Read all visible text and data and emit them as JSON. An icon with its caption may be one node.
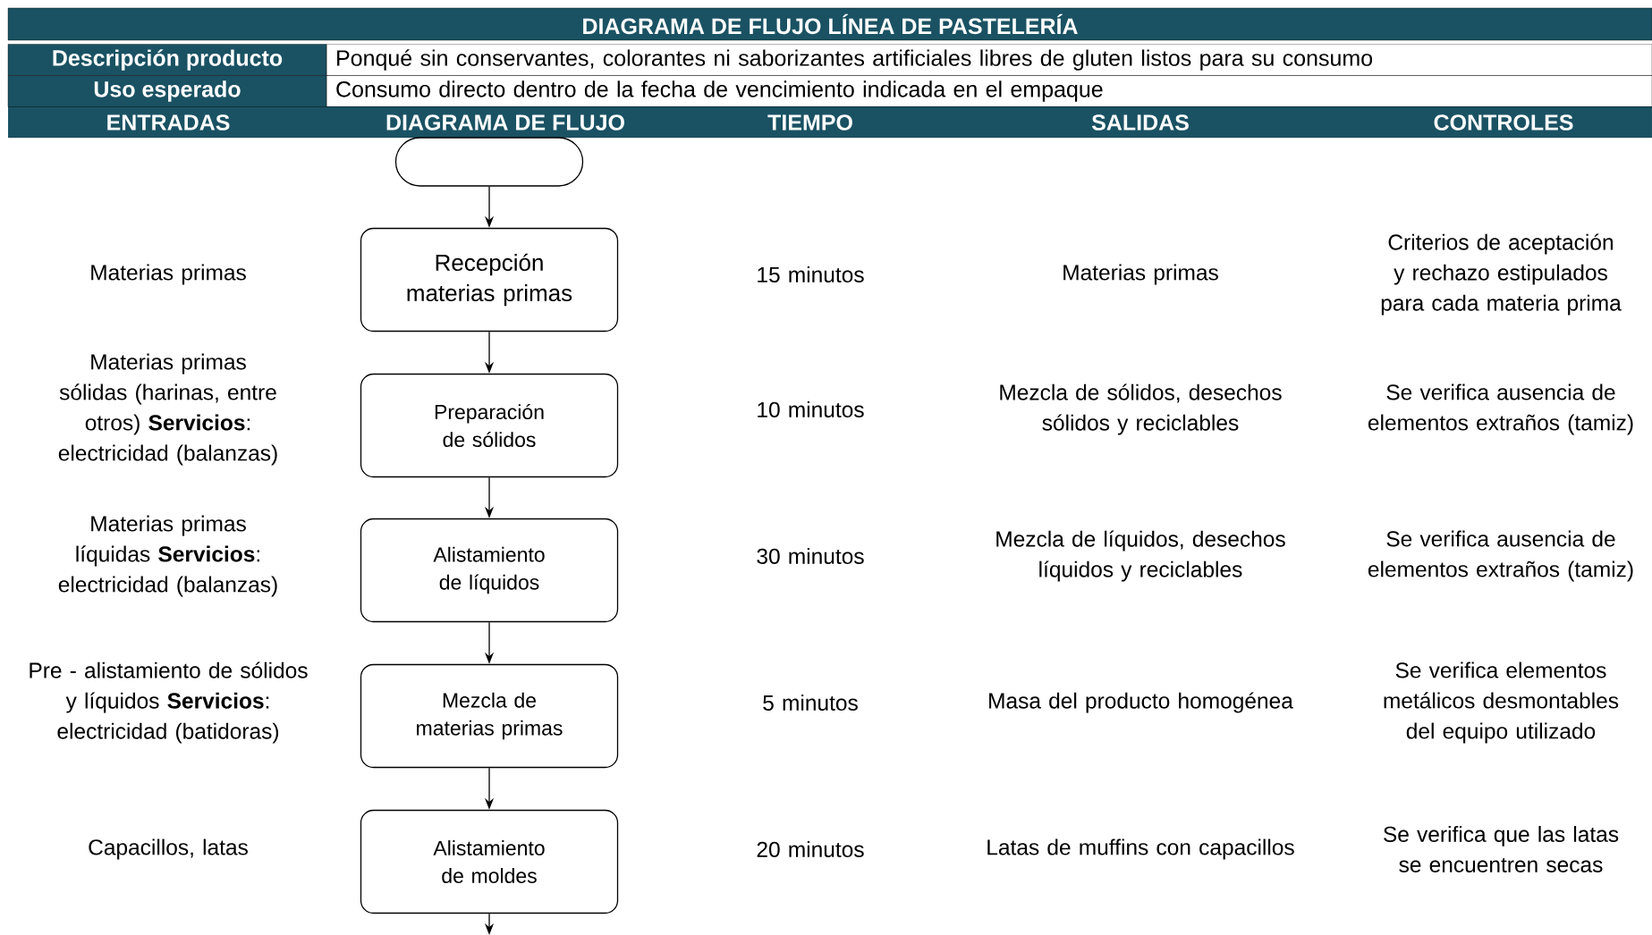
{
  "diagram": {
    "title": "DIAGRAMA DE FLUJO LÍNEA DE PASTELERÍA",
    "nodes": [
      {
        "text": [],
        "shape": "oval"
      },
      {
        "text": [
          "Recepción materias primas"
        ]
      },
      {
        "text": [
          "Preparación de sólidos"
        ]
      },
      {
        "text": [
          "Alistamiento de líquidos"
        ]
      },
      {
        "text": [
          "Mezcla de materias primas"
        ]
      },
      {
        "text": [
          "Alistamiento de moldes"
        ]
      }
    ],
    "edges": [
      {
        "from": 0,
        "to": 1,
        "arrow": "to"
      },
      {
        "from": 1,
        "to": 2,
        "arrow": "to"
      },
      {
        "from": 2,
        "to": 3,
        "arrow": "to"
      },
      {
        "from": 3,
        "to": 4,
        "arrow": "to"
      },
      {
        "from": 4,
        "to": 5,
        "arrow": "to"
      },
      {
        "from": 5,
        "to": null,
        "arrow": "to"
      }
    ],
    "labels": [
      "Descripción producto",
      "Ponqué sin conservantes, colorantes ni saborizantes artificiales libres de gluten listos para su consumo",
      "Uso esperado",
      "Consumo directo dentro de la fecha de vencimiento indicada en el empaque",
      "ENTRADAS",
      "DIAGRAMA DE FLUJO",
      "TIEMPO",
      "SALIDAS",
      "CONTROLES",
      "Materias primas",
      "15 minutos",
      "Materias primas",
      "Criterios de aceptación y rechazo estipulados para cada materia prima",
      "Materias primas sólidas (harinas, entre otros) **Servicios**: electricidad (balanzas)",
      "10 minutos",
      "Mezcla de sólidos, desechos sólidos y reciclables",
      "Se verifica ausencia de elementos extraños (tamiz)",
      "Materias primas líquidas **Servicios**: electricidad (balanzas)",
      "30 minutos",
      "Mezcla de líquidos, desechos líquidos y reciclables",
      "Se verifica ausencia de elementos extraños (tamiz)",
      "Pre - alistamiento de sólidos y líquidos **Servicios**: electricidad (batidoras)",
      "5 minutos",
      "Masa del producto homogénea",
      "Se verifica elementos metálicos desmontables del equipo utilizado",
      "Capacillos, latas",
      "20 minutos",
      "Latas de muffins con capacillos",
      "Se verifica que las latas se encuentren secas"
    ]
  }
}
